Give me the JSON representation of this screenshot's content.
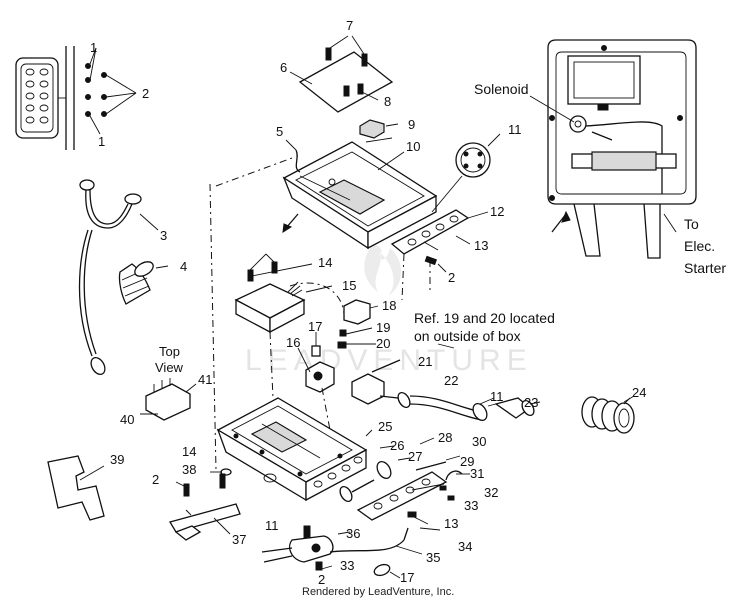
{
  "diagram": {
    "callouts": [
      "1",
      "2",
      "1",
      "7",
      "6",
      "8",
      "9",
      "5",
      "10",
      "11",
      "12",
      "13",
      "3",
      "4",
      "2",
      "14",
      "15",
      "18",
      "17",
      "19",
      "20",
      "16",
      "21",
      "22",
      "11",
      "23",
      "24",
      "Top",
      "View",
      "41",
      "40",
      "14",
      "38",
      "2",
      "39",
      "25",
      "26",
      "27",
      "28",
      "30",
      "29",
      "31",
      "32",
      "33",
      "13",
      "11",
      "36",
      "37",
      "33",
      "35",
      "34",
      "2",
      "17"
    ],
    "notes": {
      "solenoid": "Solenoid",
      "to_line1": "To",
      "to_line2": "Elec.",
      "to_line3": "Starter",
      "ref_line1": "Ref. 19 and 20 located",
      "ref_line2": "on outside of box"
    },
    "watermark": "LEADVENTURE",
    "footer": "Rendered by LeadVenture, Inc."
  }
}
